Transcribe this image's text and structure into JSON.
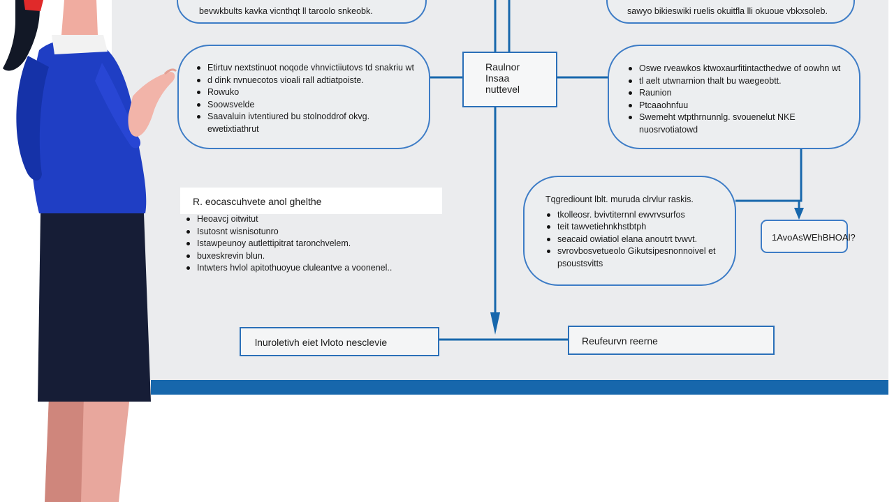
{
  "diagram": {
    "colors": {
      "line": "#1767ac",
      "border": "#3d7cc6",
      "board": "#ebecee",
      "strip": "#1767ac"
    },
    "top_left_oval": {
      "text": "bevwkbults kavka vicnthqt ll taroolo snkeobk."
    },
    "top_right_oval": {
      "text": "sawyo bikieswiki ruelis okuitfla lli okuoue vbkxsoleb."
    },
    "center_box": {
      "lines": [
        "Raulnor",
        "Insaa",
        "nuttevel"
      ]
    },
    "left_oval": {
      "bullets": [
        "Etirtuv nextstinuot noqode vhnvictiiutovs td snakriu wt",
        "d dink nvnuecotos vioali rall adtiatpoiste.",
        "Rowuko",
        "Soowsvelde",
        "Saavaluin ivtentiured bu stolnoddrof okvg."
      ],
      "continuation": "ewetixtiathrut"
    },
    "right_oval": {
      "bullets": [
        "Oswe rveawkos ktwoxaurfitintacthedwe of oowhn wt",
        "tl aelt utwnarnion thalt bu waegeobtt.",
        "Raunion",
        "Ptcaaohnfuu",
        "Swemeht wtpthrnunnlg. svouenelut NKE"
      ],
      "continuation": "nuosrvotiatowd"
    },
    "notes_panel": {
      "heading": "R. eocascuhvete anol ghelthe",
      "bullets": [
        "Heoavcj oitwitut",
        "Isutosnt wisnisotunro",
        "Istawpeunoy autlettipitrat taronchvelem.",
        "buxeskrevin blun.",
        "Intwters hvlol apitothuoyue cluleantve a voonenel.."
      ]
    },
    "mid_right_oval": {
      "heading": "Tqgrediount lblt. muruda clrvlur raskis.",
      "bullets": [
        "tkolleosr. bvivtiternnl ewvrvsurfos",
        "teit tawvetiehnkhstbtph",
        "seacaid owiatiol elana anoutrt tvwvt.",
        "svrovbosvetueolo Gikutsipesnonnoivel et"
      ],
      "continuation": "psoustsvitts"
    },
    "small_box": {
      "text": "1AvoAsWEhBHOAl?"
    },
    "bottom_left_box": {
      "text": "lnuroletivh eiet lvloto nesclevie"
    },
    "bottom_right_box": {
      "text": "Reufeurvn reerne"
    }
  }
}
